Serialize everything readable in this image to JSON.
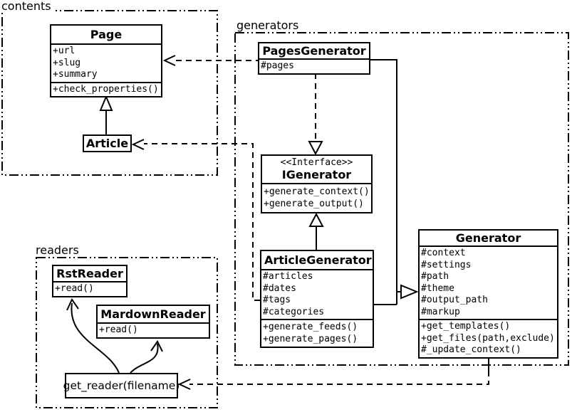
{
  "packages": {
    "contents": "contents",
    "generators": "generators",
    "readers": "readers"
  },
  "classes": {
    "page": {
      "title": "Page",
      "attributes": [
        "+url",
        "+slug",
        "+summary"
      ],
      "methods": [
        "+check_properties()"
      ]
    },
    "article": {
      "title": "Article"
    },
    "pages_generator": {
      "title": "PagesGenerator",
      "attributes": [
        "#pages"
      ]
    },
    "igenerator": {
      "stereotype": "<<Interface>>",
      "title": "IGenerator",
      "methods": [
        "+generate_context()",
        "+generate_output()"
      ]
    },
    "article_generator": {
      "title": "ArticleGenerator",
      "attributes": [
        "#articles",
        "#dates",
        "#tags",
        "#categories"
      ],
      "methods": [
        "+generate_feeds()",
        "+generate_pages()"
      ]
    },
    "generator": {
      "title": "Generator",
      "attributes": [
        "#context",
        "#settings",
        "#path",
        "#theme",
        "#output_path",
        "#markup"
      ],
      "methods": [
        "+get_templates()",
        "+get_files(path,exclude)",
        "#_update_context()"
      ]
    },
    "rst_reader": {
      "title": "RstReader",
      "methods": [
        "+read()"
      ]
    },
    "mardown_reader": {
      "title": "MardownReader",
      "methods": [
        "+read()"
      ]
    },
    "get_reader": {
      "label": "get_reader(filename)"
    }
  },
  "colors": {
    "line": "#000000",
    "background": "#ffffff"
  }
}
